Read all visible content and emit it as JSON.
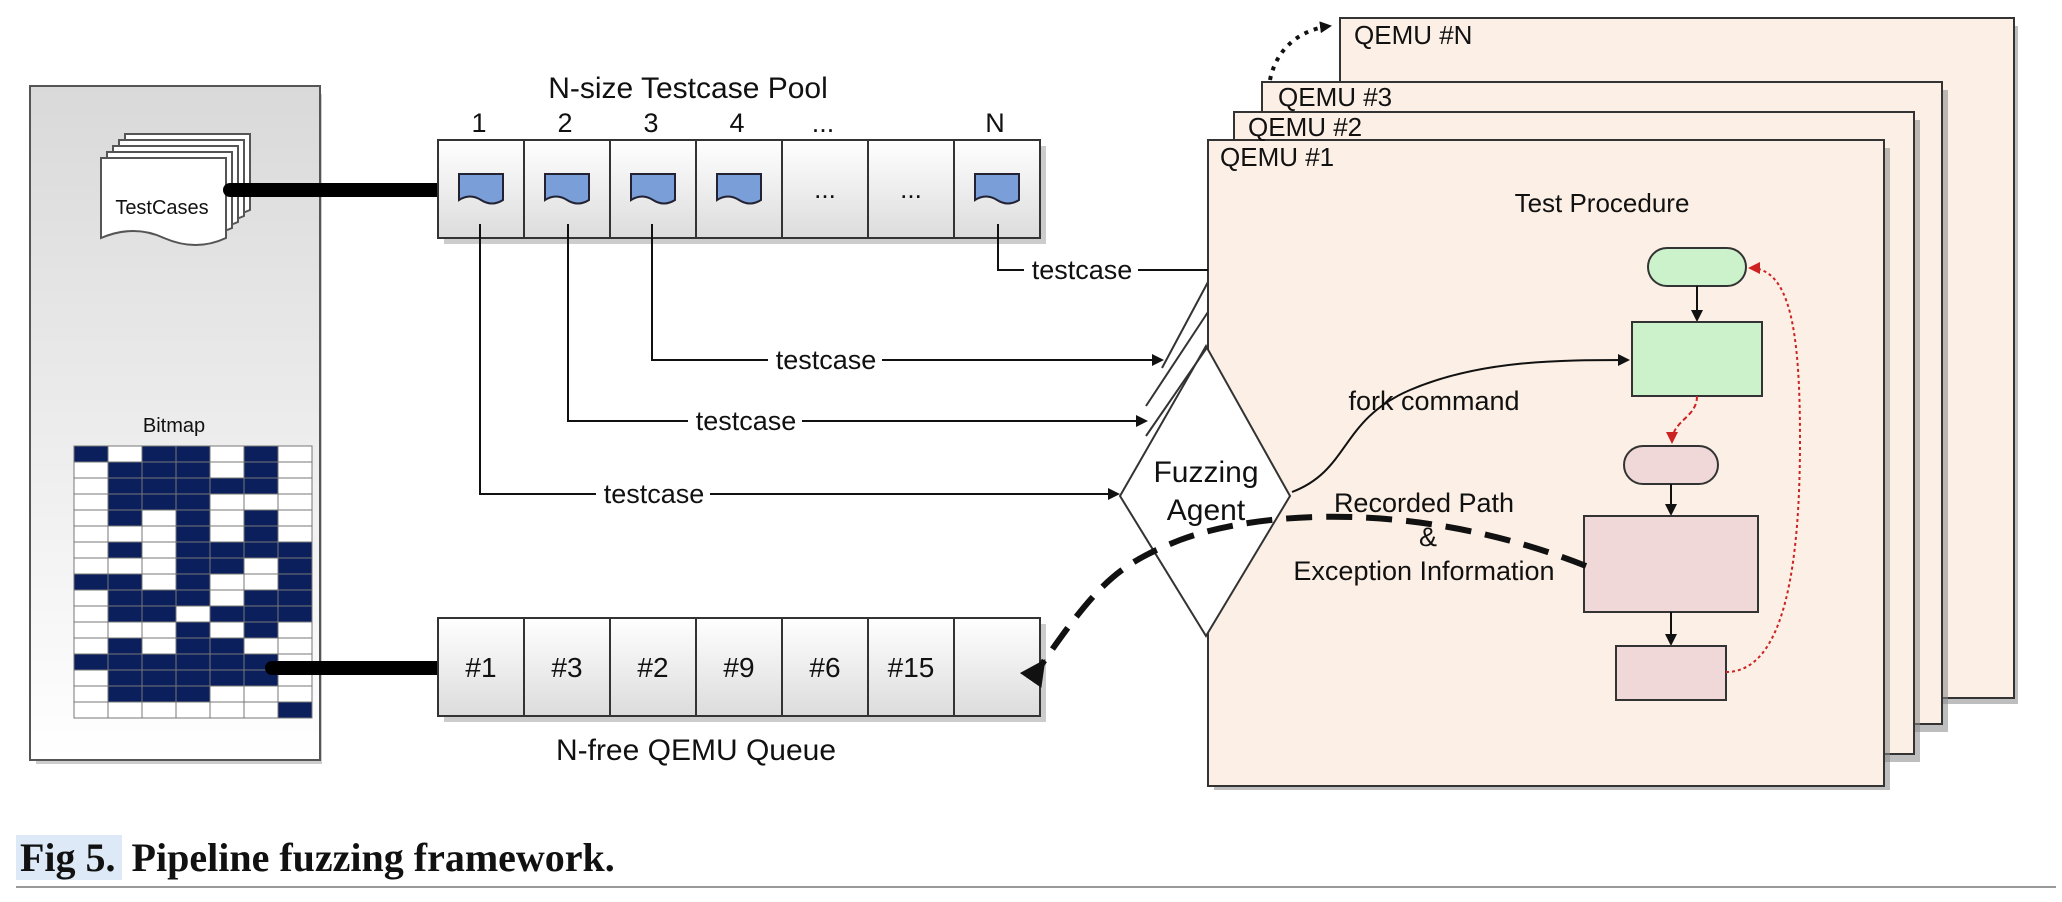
{
  "figure": {
    "caption_label": "Fig 5.",
    "caption_text": "Pipeline fuzzing framework."
  },
  "left_panel": {
    "testcases_label": "TestCases",
    "bitmap_label": "Bitmap",
    "bitmap_rows": [
      [
        1,
        0,
        1,
        1,
        0,
        1,
        0
      ],
      [
        0,
        1,
        1,
        1,
        0,
        1,
        0
      ],
      [
        0,
        1,
        1,
        1,
        1,
        1,
        0
      ],
      [
        0,
        1,
        1,
        1,
        0,
        0,
        0
      ],
      [
        0,
        1,
        0,
        1,
        0,
        1,
        0
      ],
      [
        0,
        0,
        0,
        1,
        0,
        1,
        0
      ],
      [
        0,
        1,
        0,
        1,
        1,
        1,
        1
      ],
      [
        0,
        0,
        0,
        1,
        1,
        0,
        1
      ],
      [
        1,
        1,
        0,
        1,
        0,
        0,
        1
      ],
      [
        0,
        1,
        1,
        1,
        0,
        1,
        1
      ],
      [
        0,
        1,
        1,
        0,
        1,
        1,
        1
      ],
      [
        0,
        0,
        0,
        1,
        0,
        1,
        0
      ],
      [
        0,
        1,
        0,
        1,
        1,
        0,
        0
      ],
      [
        1,
        1,
        1,
        1,
        1,
        1,
        0
      ],
      [
        0,
        1,
        1,
        1,
        1,
        1,
        0
      ],
      [
        0,
        1,
        1,
        1,
        0,
        0,
        0
      ],
      [
        0,
        0,
        0,
        0,
        0,
        0,
        1
      ]
    ]
  },
  "testcase_pool": {
    "title": "N-size Testcase Pool",
    "slot_numbers": [
      "1",
      "2",
      "3",
      "4",
      "...",
      "N"
    ],
    "slots": [
      "doc",
      "doc",
      "doc",
      "doc",
      "...",
      "...",
      "doc"
    ]
  },
  "qemu_queue": {
    "title": "N-free QEMU Queue",
    "slots": [
      "#1",
      "#3",
      "#2",
      "#9",
      "#6",
      "#15",
      ""
    ]
  },
  "flow_labels": {
    "testcase": "testcase",
    "fork_command": "fork command",
    "recorded_path_1": "Recorded Path",
    "recorded_path_2": "&",
    "recorded_path_3": "Exception Information"
  },
  "fuzzing_agent": {
    "line1": "Fuzzing",
    "line2": "Agent"
  },
  "qemu_instances": {
    "labels": [
      "QEMU #N",
      "QEMU #3",
      "QEMU #2",
      "QEMU #1"
    ],
    "test_procedure_title": "Test Procedure"
  },
  "colors": {
    "bitmap_fill": "#0a1f5c",
    "doc_icon_fill": "#7a9ed8",
    "qemu_fill": "#fcefe5",
    "start_node_fill": "#ccf2cc",
    "step_node_fill": "#f0d8d8",
    "feedback_arrow": "#cc2222"
  }
}
